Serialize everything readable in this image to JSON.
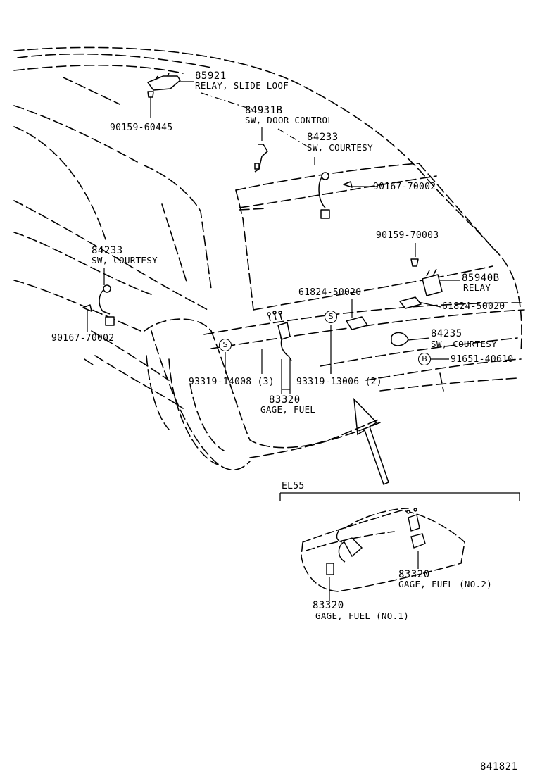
{
  "diagram_id": "841821",
  "callouts": {
    "p85921": {
      "part_no": "85921",
      "desc": "RELAY, SLIDE LOOF"
    },
    "p90159a": {
      "part_no": "90159-60445"
    },
    "p84931": {
      "part_no": "84931B",
      "desc": "SW, DOOR CONTROL"
    },
    "p84233r": {
      "part_no": "84233",
      "desc": "SW, COURTESY"
    },
    "p90167r": {
      "part_no": "90167-70002"
    },
    "p90159b": {
      "part_no": "90159-70003"
    },
    "p85940": {
      "part_no": "85940B",
      "desc": "RELAY"
    },
    "p61824a": {
      "part_no": "61824-50020"
    },
    "p61824b": {
      "part_no": "61824-50020"
    },
    "p84233l": {
      "part_no": "84233",
      "desc": "SW, COURTESY"
    },
    "p90167l": {
      "part_no": "90167-70002"
    },
    "p84235": {
      "part_no": "84235",
      "desc": "SW, COURTESY"
    },
    "p91651": {
      "part_no": "91651-40610"
    },
    "p93319a": {
      "part_no": "93319-14008 (3)"
    },
    "p93319b": {
      "part_no": "93319-13006 (2)"
    },
    "p83320": {
      "part_no": "83320",
      "desc": "GAGE, FUEL"
    },
    "p83320n2": {
      "part_no": "83320",
      "desc": "GAGE, FUEL (NO.2)"
    },
    "p83320n1": {
      "part_no": "83320",
      "desc": "GAGE, FUEL (NO.1)"
    }
  },
  "markers": {
    "s": "S",
    "b": "B"
  },
  "inset": {
    "label": "EL55"
  }
}
